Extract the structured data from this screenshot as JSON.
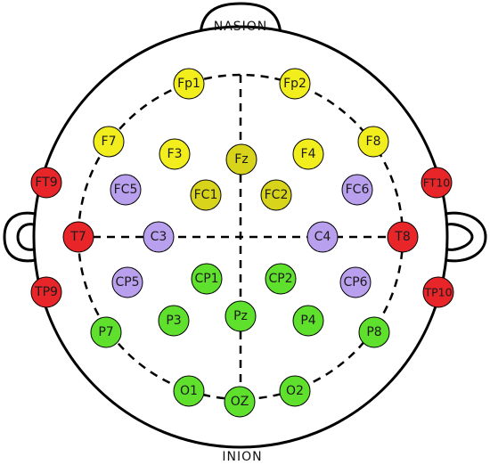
{
  "landmarks": {
    "nasion": "NASION",
    "inion": "INION"
  },
  "colors": {
    "prefrontal_frontal": "#f2ee1e",
    "frontocentral": "#d8d41c",
    "central_lateral": "#b9a0ee",
    "temporal": "#e8262a",
    "parietal_occipital": "#5ee02c",
    "outline": "#000000"
  },
  "electrodes": [
    {
      "label": "Fp1",
      "group": "prefrontal_frontal"
    },
    {
      "label": "Fp2",
      "group": "prefrontal_frontal"
    },
    {
      "label": "F7",
      "group": "prefrontal_frontal"
    },
    {
      "label": "F3",
      "group": "prefrontal_frontal"
    },
    {
      "label": "Fz",
      "group": "frontocentral"
    },
    {
      "label": "F4",
      "group": "prefrontal_frontal"
    },
    {
      "label": "F8",
      "group": "prefrontal_frontal"
    },
    {
      "label": "FT9",
      "group": "temporal"
    },
    {
      "label": "FC5",
      "group": "central_lateral"
    },
    {
      "label": "FC1",
      "group": "frontocentral"
    },
    {
      "label": "FC2",
      "group": "frontocentral"
    },
    {
      "label": "FC6",
      "group": "central_lateral"
    },
    {
      "label": "FT10",
      "group": "temporal"
    },
    {
      "label": "T7",
      "group": "temporal"
    },
    {
      "label": "C3",
      "group": "central_lateral"
    },
    {
      "label": "C4",
      "group": "central_lateral"
    },
    {
      "label": "T8",
      "group": "temporal"
    },
    {
      "label": "TP9",
      "group": "temporal"
    },
    {
      "label": "CP5",
      "group": "central_lateral"
    },
    {
      "label": "CP1",
      "group": "parietal_occipital"
    },
    {
      "label": "CP2",
      "group": "parietal_occipital"
    },
    {
      "label": "CP6",
      "group": "central_lateral"
    },
    {
      "label": "TP10",
      "group": "temporal"
    },
    {
      "label": "P7",
      "group": "parietal_occipital"
    },
    {
      "label": "P3",
      "group": "parietal_occipital"
    },
    {
      "label": "Pz",
      "group": "parietal_occipital"
    },
    {
      "label": "P4",
      "group": "parietal_occipital"
    },
    {
      "label": "P8",
      "group": "parietal_occipital"
    },
    {
      "label": "O1",
      "group": "parietal_occipital"
    },
    {
      "label": "OZ",
      "group": "parietal_occipital"
    },
    {
      "label": "O2",
      "group": "parietal_occipital"
    }
  ]
}
